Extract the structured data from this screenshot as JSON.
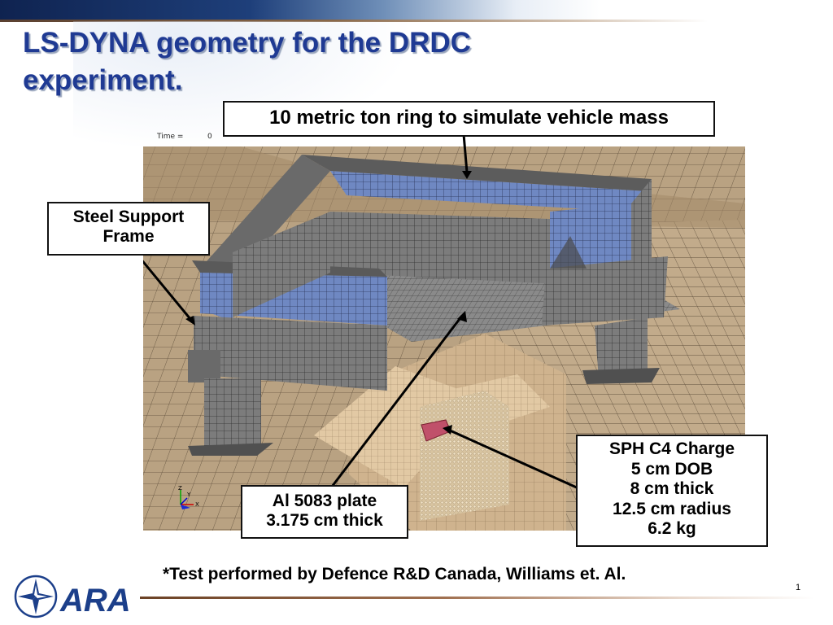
{
  "slide": {
    "title": "LS-DYNA geometry for the DRDC experiment.",
    "footnote": "*Test performed by Defence R&D Canada, Williams et. Al.",
    "page_number": "1"
  },
  "simulation": {
    "time_label": "Time =",
    "time_value": "0",
    "axis_labels": {
      "z": "Z",
      "y": "Y",
      "x": "X"
    }
  },
  "callouts": {
    "ring": "10 metric ton ring to simulate vehicle mass",
    "frame": [
      "Steel Support",
      "Frame"
    ],
    "plate": [
      "Al 5083 plate",
      "3.175 cm thick"
    ],
    "charge": [
      "SPH C4 Charge",
      "5 cm DOB",
      "8 cm thick",
      "12.5 cm radius",
      "6.2 kg"
    ]
  },
  "logo": {
    "text": "ARA"
  },
  "colors": {
    "title": "#1f3a93",
    "soil": "#bba383",
    "ring_top": "#6e87c0",
    "frame_steel": "#787878",
    "plate": "#8a8a8a",
    "charge": "#c0506a",
    "logo_blue": "#1c3f8a"
  }
}
